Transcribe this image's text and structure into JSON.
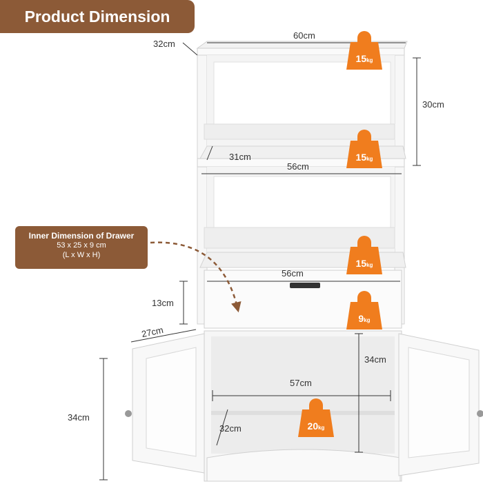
{
  "header": {
    "title": "Product Dimension"
  },
  "dimensions": {
    "top_width": "60cm",
    "top_depth": "32cm",
    "shelf_height": "30cm",
    "shelf_depth": "31cm",
    "shelf_width": "56cm",
    "drawer_width": "56cm",
    "drawer_height": "13cm",
    "side_depth": "27cm",
    "cabinet_inner_height": "34cm",
    "cabinet_inner_width": "57cm",
    "cabinet_inner_depth": "32cm",
    "cabinet_height": "34cm"
  },
  "drawer_info": {
    "title": "Inner Dimension of Drawer",
    "size": "53 x 25 x 9 cm",
    "axes": "(L x W x H)"
  },
  "weights": {
    "top": {
      "value": "15",
      "unit": "kg"
    },
    "middle": {
      "value": "15",
      "unit": "kg"
    },
    "lower": {
      "value": "15",
      "unit": "kg"
    },
    "drawer": {
      "value": "9",
      "unit": "kg"
    },
    "cabinet": {
      "value": "20",
      "unit": "kg"
    }
  },
  "colors": {
    "brand": "#8c5a37",
    "weight_badge": "#f07d1e",
    "furniture": "#ffffff",
    "edge": "#d0d0d0"
  }
}
